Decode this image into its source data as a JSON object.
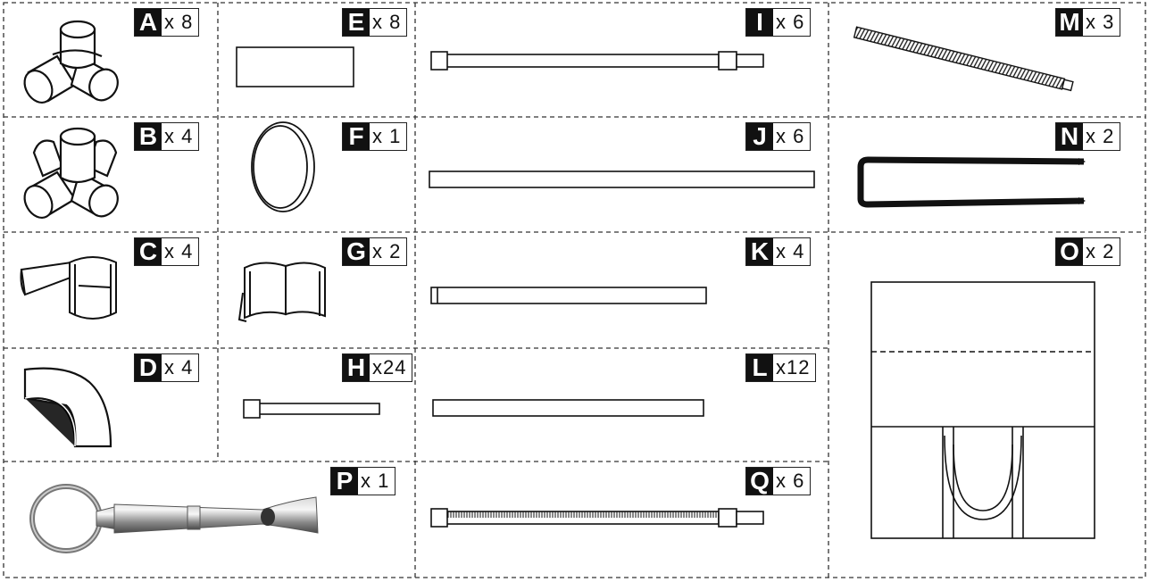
{
  "parts": [
    {
      "letter": "A",
      "qty": "x 8",
      "icon": "three-way-elbow-connector-icon"
    },
    {
      "letter": "B",
      "qty": "x 4",
      "icon": "four-way-connector-icon"
    },
    {
      "letter": "C",
      "qty": "x 4",
      "icon": "pipe-clip-connector-icon"
    },
    {
      "letter": "D",
      "qty": "x 4",
      "icon": "elbow-connector-icon"
    },
    {
      "letter": "E",
      "qty": "x 8",
      "icon": "rectangular-pad-icon"
    },
    {
      "letter": "F",
      "qty": "x 1",
      "icon": "ring-band-icon"
    },
    {
      "letter": "G",
      "qty": "x 2",
      "icon": "double-clip-icon"
    },
    {
      "letter": "H",
      "qty": "x24",
      "icon": "short-pin-icon"
    },
    {
      "letter": "I",
      "qty": "x 6",
      "icon": "tube-with-plugs-icon"
    },
    {
      "letter": "J",
      "qty": "x 6",
      "icon": "long-tube-icon"
    },
    {
      "letter": "K",
      "qty": "x 4",
      "icon": "medium-tube-icon"
    },
    {
      "letter": "L",
      "qty": "x12",
      "icon": "plain-tube-icon"
    },
    {
      "letter": "M",
      "qty": "x 3",
      "icon": "threaded-rod-icon"
    },
    {
      "letter": "N",
      "qty": "x 2",
      "icon": "u-stake-icon"
    },
    {
      "letter": "O",
      "qty": "x 2",
      "icon": "fabric-panel-icon"
    },
    {
      "letter": "P",
      "qty": "x 1",
      "icon": "key-ring-whistle-icon"
    },
    {
      "letter": "Q",
      "qty": "x 6",
      "icon": "ribbed-tube-icon"
    }
  ]
}
